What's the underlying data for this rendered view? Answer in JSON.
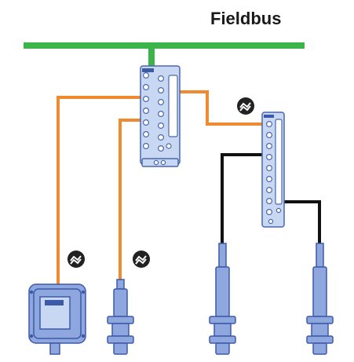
{
  "title": "Fieldbus",
  "colors": {
    "fieldbus": "#3cb44a",
    "io_link_cable": "#f08a30",
    "standard_cable": "#111111",
    "module_fill": "#c9d8f2",
    "module_stroke": "#4b66b0",
    "port_fill": "#ffffff",
    "sensor_fill": "#8fa7df",
    "sensor_stroke": "#3d5aa8",
    "io_link_badge": "#222222"
  },
  "icons": {
    "io_link": "io-link-badge-icon",
    "master": "io-link-master-module",
    "hub": "io-hub-module",
    "box_device": "box-sensor-device",
    "cylinder_sensor": "cylindrical-sensor"
  }
}
